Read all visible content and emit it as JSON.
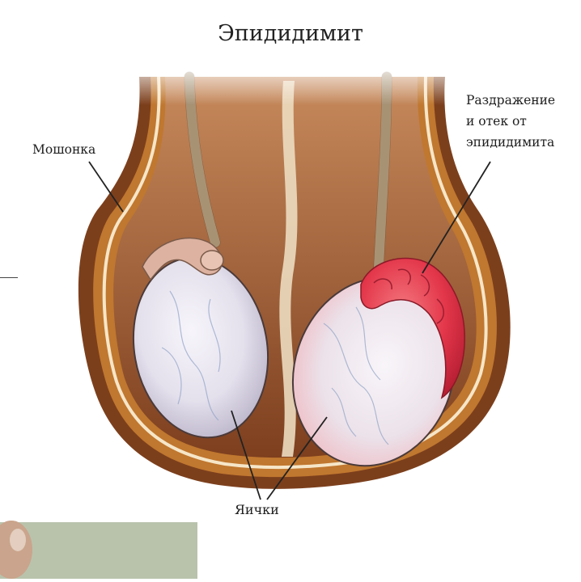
{
  "diagram": {
    "title": "Эпидидимит",
    "labels": {
      "scrotum": "Мошонка",
      "irritation": [
        "Раздражение",
        "и отек от",
        "эпидидимита"
      ],
      "testicles": "Яички"
    }
  },
  "colors": {
    "scrotum_outer": "#7c3f1c",
    "scrotum_wall": "#c0772f",
    "scrotum_inner": "#b06d3a",
    "cavity": "#8e4a23",
    "testicle": "#e6e2ee",
    "inflamed": "#e33b48",
    "epididymis_normal": "#ddb2a0"
  }
}
